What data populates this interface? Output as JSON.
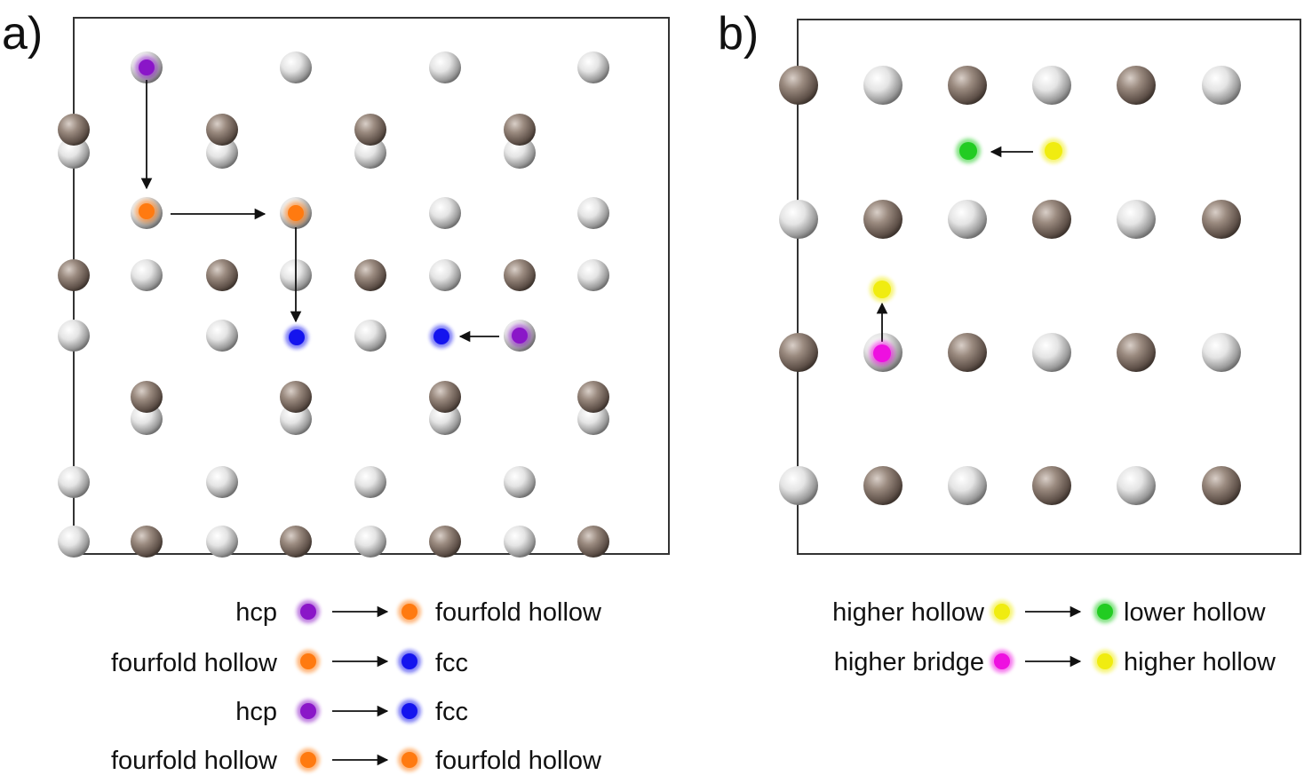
{
  "panels": {
    "a": {
      "label": "a)",
      "legend": [
        {
          "from": "hcp",
          "to": "fourfold hollow",
          "from_color": "purple",
          "to_color": "orange"
        },
        {
          "from": "fourfold hollow",
          "to": "fcc",
          "from_color": "orange",
          "to_color": "blue"
        },
        {
          "from": "hcp",
          "to": "fcc",
          "from_color": "purple",
          "to_color": "blue"
        },
        {
          "from": "fourfold hollow",
          "to": "fourfold hollow",
          "from_color": "orange",
          "to_color": "orange"
        }
      ]
    },
    "b": {
      "label": "b)",
      "legend": [
        {
          "from": "higher hollow",
          "to": "lower hollow",
          "from_color": "yellow",
          "to_color": "green"
        },
        {
          "from": "higher bridge",
          "to": "higher hollow",
          "from_color": "magenta",
          "to_color": "yellow"
        }
      ]
    }
  },
  "colors": {
    "purple": "#8a16c8",
    "orange": "#ff7a10",
    "blue": "#1414ee",
    "yellow": "#f0ec10",
    "green": "#22cc22",
    "magenta": "#ee10e0",
    "metal_atom": "#8f7f74",
    "light_atom": "#d8d8d8",
    "frame": "#333333"
  }
}
